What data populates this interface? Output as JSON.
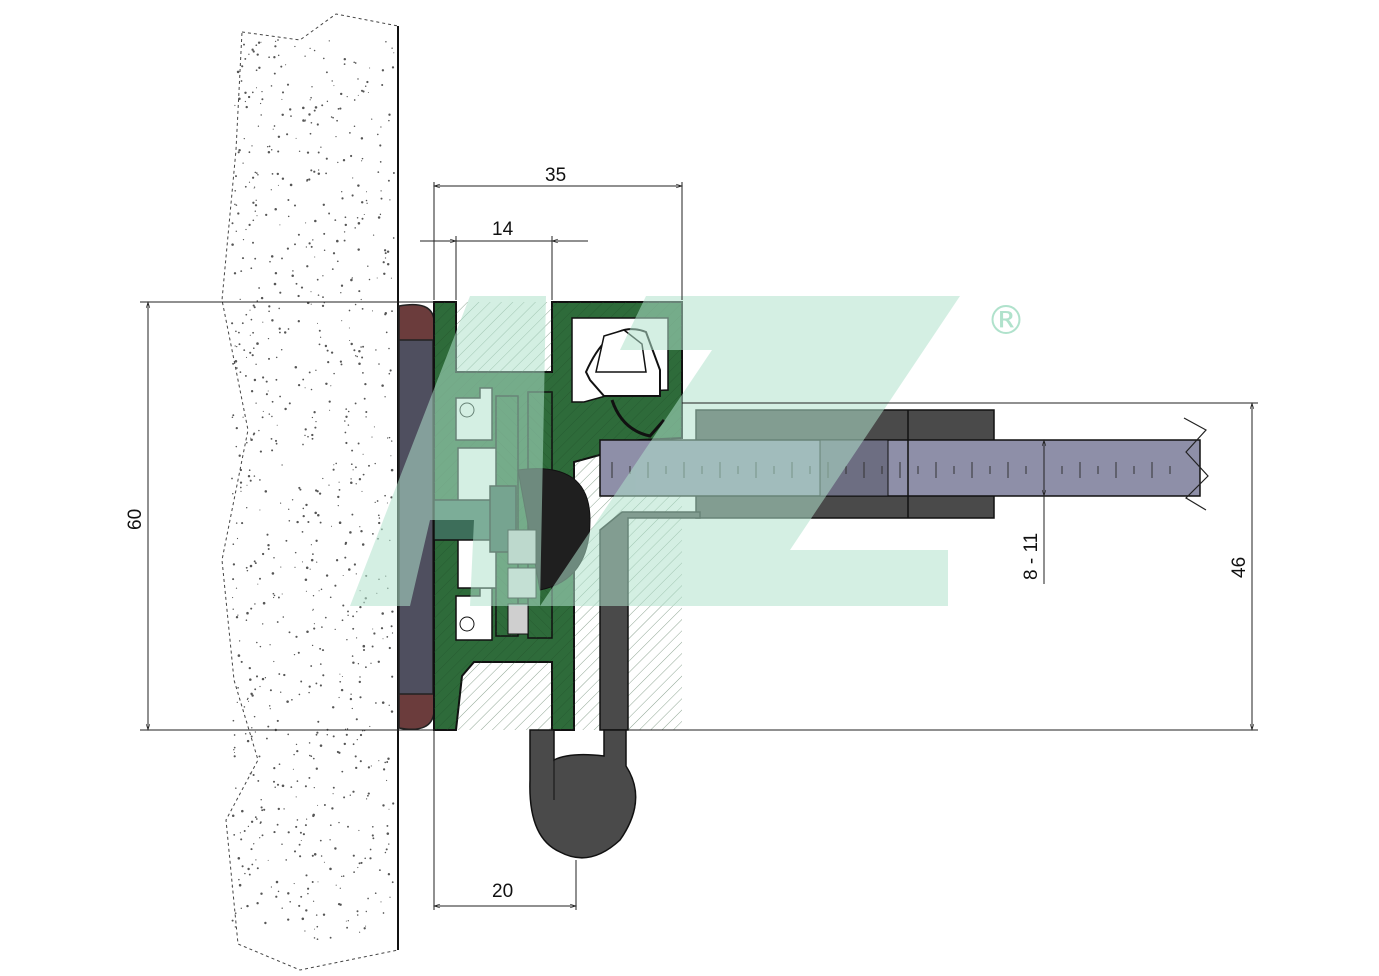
{
  "drawing": {
    "dimensions": {
      "d35": "35",
      "d14": "14",
      "d60": "60",
      "d46": "46",
      "d8_11": "8 - 11",
      "d20": "20"
    },
    "watermark": {
      "letters": "AZ",
      "registered_mark": "®",
      "color": "#b0e2cc"
    },
    "colors": {
      "profile": "#2e6b3a",
      "glass": "#8e8fa8",
      "rubber": "#4a4a4a",
      "wall_strip": "#4f4f5f",
      "seal": "#6b3c3c"
    }
  }
}
